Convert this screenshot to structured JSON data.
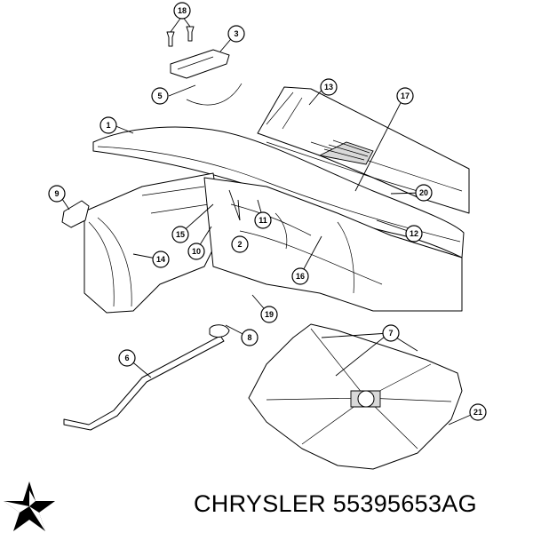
{
  "footer": {
    "brand": "CHRYSLER",
    "part_number": "55395653AG"
  },
  "logo": {
    "icon": "chrysler-pentastar-icon",
    "color": "#000000"
  },
  "callouts": [
    {
      "label": "18"
    },
    {
      "label": "3"
    },
    {
      "label": "5"
    },
    {
      "label": "13"
    },
    {
      "label": "17"
    },
    {
      "label": "1"
    },
    {
      "label": "9"
    },
    {
      "label": "20"
    },
    {
      "label": "11"
    },
    {
      "label": "12"
    },
    {
      "label": "2"
    },
    {
      "label": "15"
    },
    {
      "label": "10"
    },
    {
      "label": "14"
    },
    {
      "label": "16"
    },
    {
      "label": "19"
    },
    {
      "label": "8"
    },
    {
      "label": "6"
    },
    {
      "label": "7"
    },
    {
      "label": "21"
    }
  ]
}
